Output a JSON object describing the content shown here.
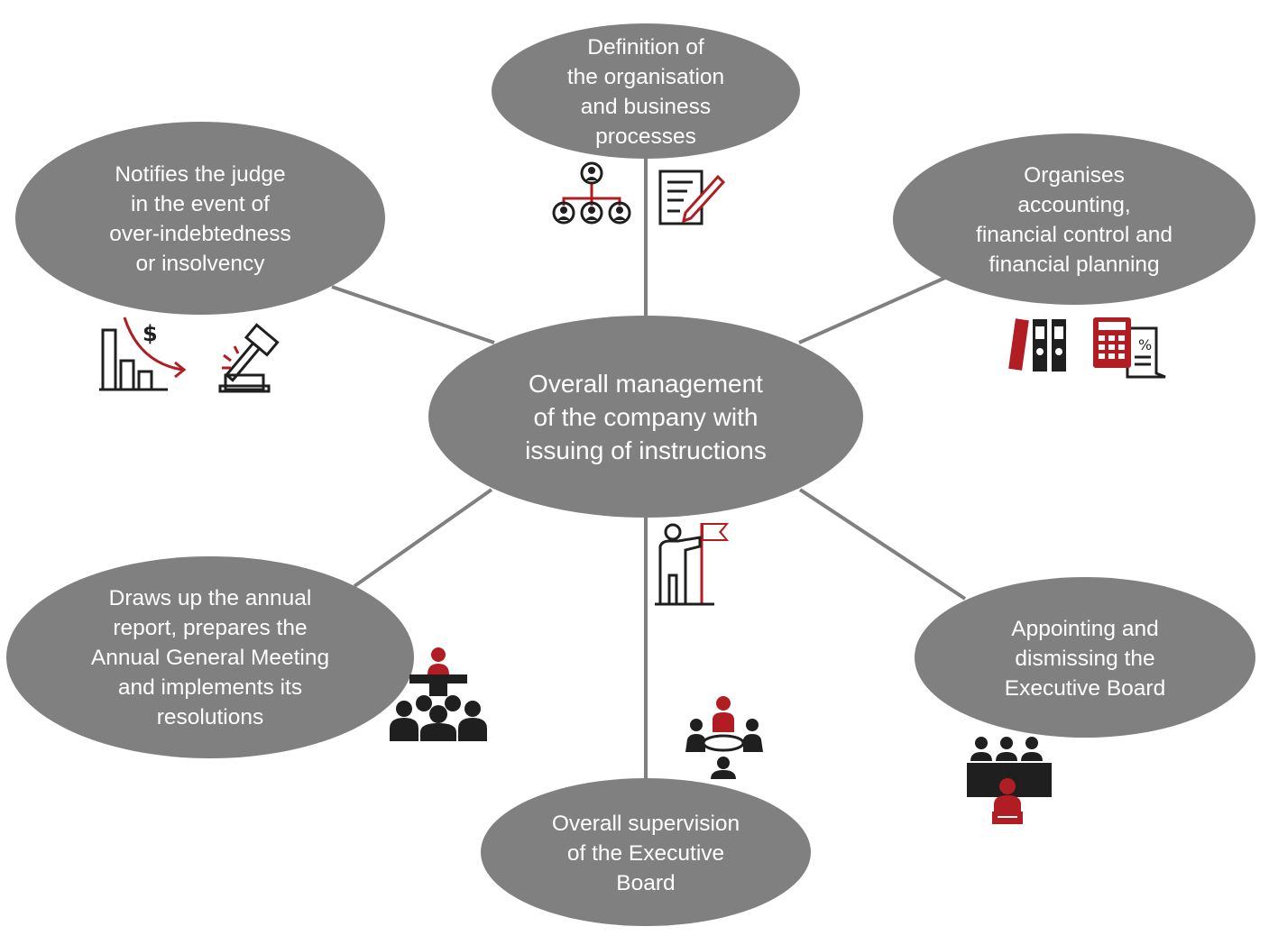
{
  "colors": {
    "node_fill": "#808080",
    "connector": "#808080",
    "text": "#ffffff",
    "icon_dark": "#1f1f1f",
    "icon_accent": "#b01e23"
  },
  "center": {
    "label": "Overall management\nof the company with\nissuing of instructions"
  },
  "nodes": {
    "definition": {
      "label": "Definition of\nthe organisation\nand business\nprocesses",
      "icons": [
        "org-chart-icon",
        "document-pen-icon"
      ]
    },
    "organises": {
      "label": "Organises\naccounting,\nfinancial control and\nfinancial planning",
      "icons": [
        "binders-icon",
        "calculator-icon"
      ]
    },
    "appointing": {
      "label": "Appointing and\ndismissing the\nExecutive Board",
      "icons": [
        "board-panel-icon"
      ]
    },
    "supervision": {
      "label": "Overall supervision\nof the Executive\nBoard",
      "icons": [
        "meeting-table-icon"
      ]
    },
    "annual": {
      "label": "Draws up the annual\nreport, prepares the\nAnnual General Meeting\nand implements its\nresolutions",
      "icons": [
        "speaker-audience-icon"
      ]
    },
    "notifies": {
      "label": "Notifies the judge\nin the event of\nover-indebtedness\nor insolvency",
      "icons": [
        "declining-chart-icon",
        "gavel-icon"
      ]
    }
  },
  "leader_icon": "leader-flag-icon"
}
